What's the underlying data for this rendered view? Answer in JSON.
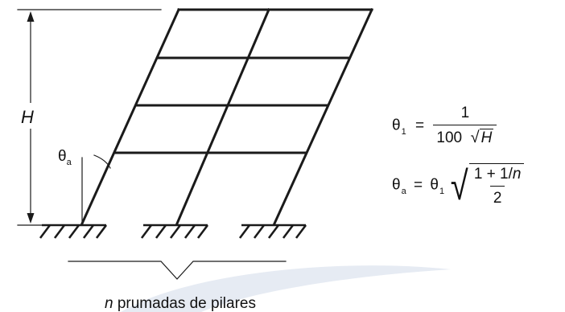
{
  "labels": {
    "height": "H",
    "angle": "θ",
    "angle_sub": "a",
    "caption_var": "n",
    "caption_text": " prumadas de pilares"
  },
  "formula1": {
    "lhs": "θ",
    "lhs_sub": "1",
    "eq": "=",
    "numerator": "1",
    "denominator_coef": "100",
    "root_symbol": "√",
    "radicand": "H"
  },
  "formula2": {
    "lhs": "θ",
    "lhs_sub": "a",
    "eq": "=",
    "factor": "θ",
    "factor_sub": "1",
    "root_symbol": "√",
    "numerator_text": "1 + 1/",
    "numerator_var": "n",
    "denominator": "2"
  },
  "colors": {
    "ink": "#1a1a1a",
    "watermark": "#e6ebf3"
  }
}
